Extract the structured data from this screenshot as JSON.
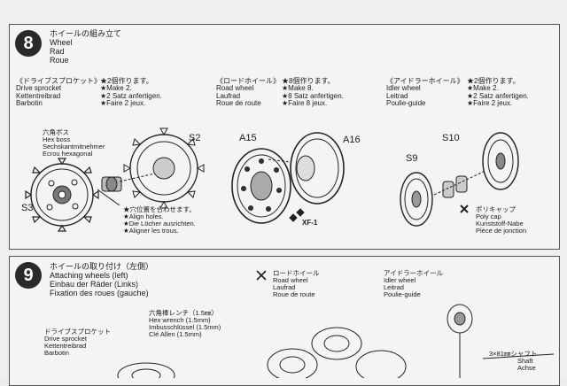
{
  "step8": {
    "number": "8",
    "title_jp": "ホイールの組み立て",
    "title_lines": [
      "Wheel",
      "Rad",
      "Roue"
    ],
    "sprocket": {
      "lines": [
        "《ドライブスプロケット》",
        "Drive sprocket",
        "Kettentreibrad",
        "Barbotin"
      ],
      "qty": [
        "★2個作ります。",
        "★Make 2.",
        "★2 Satz anfertigen.",
        "★Faire 2 jeux."
      ]
    },
    "roadwheel": {
      "lines": [
        "《ロードホイール》",
        "Road wheel",
        "Laufrad",
        "Roue de route"
      ],
      "qty": [
        "★8個作ります。",
        "★Make 8.",
        "★8 Satz anfertigen.",
        "★Faire 8 jeux."
      ]
    },
    "idler": {
      "lines": [
        "《アイドラーホイール》",
        "Idler wheel",
        "Leitrad",
        "Poulie-guide"
      ],
      "qty": [
        "★2個作ります。",
        "★Make 2.",
        "★2 Satz anfertigen.",
        "★Faire 2 jeux."
      ]
    },
    "hexboss": [
      "六角ボス",
      "Hex boss",
      "Sechskantmitnehmer",
      "Ecrou hexagonal"
    ],
    "align": [
      "★穴位置を合わせます。",
      "★Align holes.",
      "★Die Löcher ausrichten.",
      "★Aligner les trous."
    ],
    "polycap": [
      "ポリキャップ",
      "Poly cap",
      "Kunststoff-Nabe",
      "Pièce de jonction"
    ],
    "parts": {
      "s2": "S2",
      "s3": "S3",
      "a15": "A15",
      "a16": "A16",
      "s10": "S10",
      "s9": "S9",
      "xf1": "XF-1"
    }
  },
  "step9": {
    "number": "9",
    "title_jp": "ホイールの取り付け（左側）",
    "title_lines": [
      "Attaching wheels (left)",
      "Einbau der Räder (Links)",
      "Fixation des roues (gauche)"
    ],
    "roadwheel": [
      "ロードホイール",
      "Road wheel",
      "Laufrad",
      "Roue de route"
    ],
    "idler": [
      "アイドラーホイール",
      "Idler wheel",
      "Leitrad",
      "Poulie-guide"
    ],
    "hexwrench": [
      "六角棒レンチ（1.5㎜）",
      "Hex wrench (1.5mm)",
      "Imbusschlüssel (1.5mm)",
      "Clé Allen (1.5mm)"
    ],
    "sprocket": [
      "ドライブスプロケット",
      "Drive sprocket",
      "Kettentreibrad",
      "Barbotin"
    ],
    "shaft": [
      "3×81㎜シャフト",
      "Shaft",
      "Achse"
    ]
  }
}
